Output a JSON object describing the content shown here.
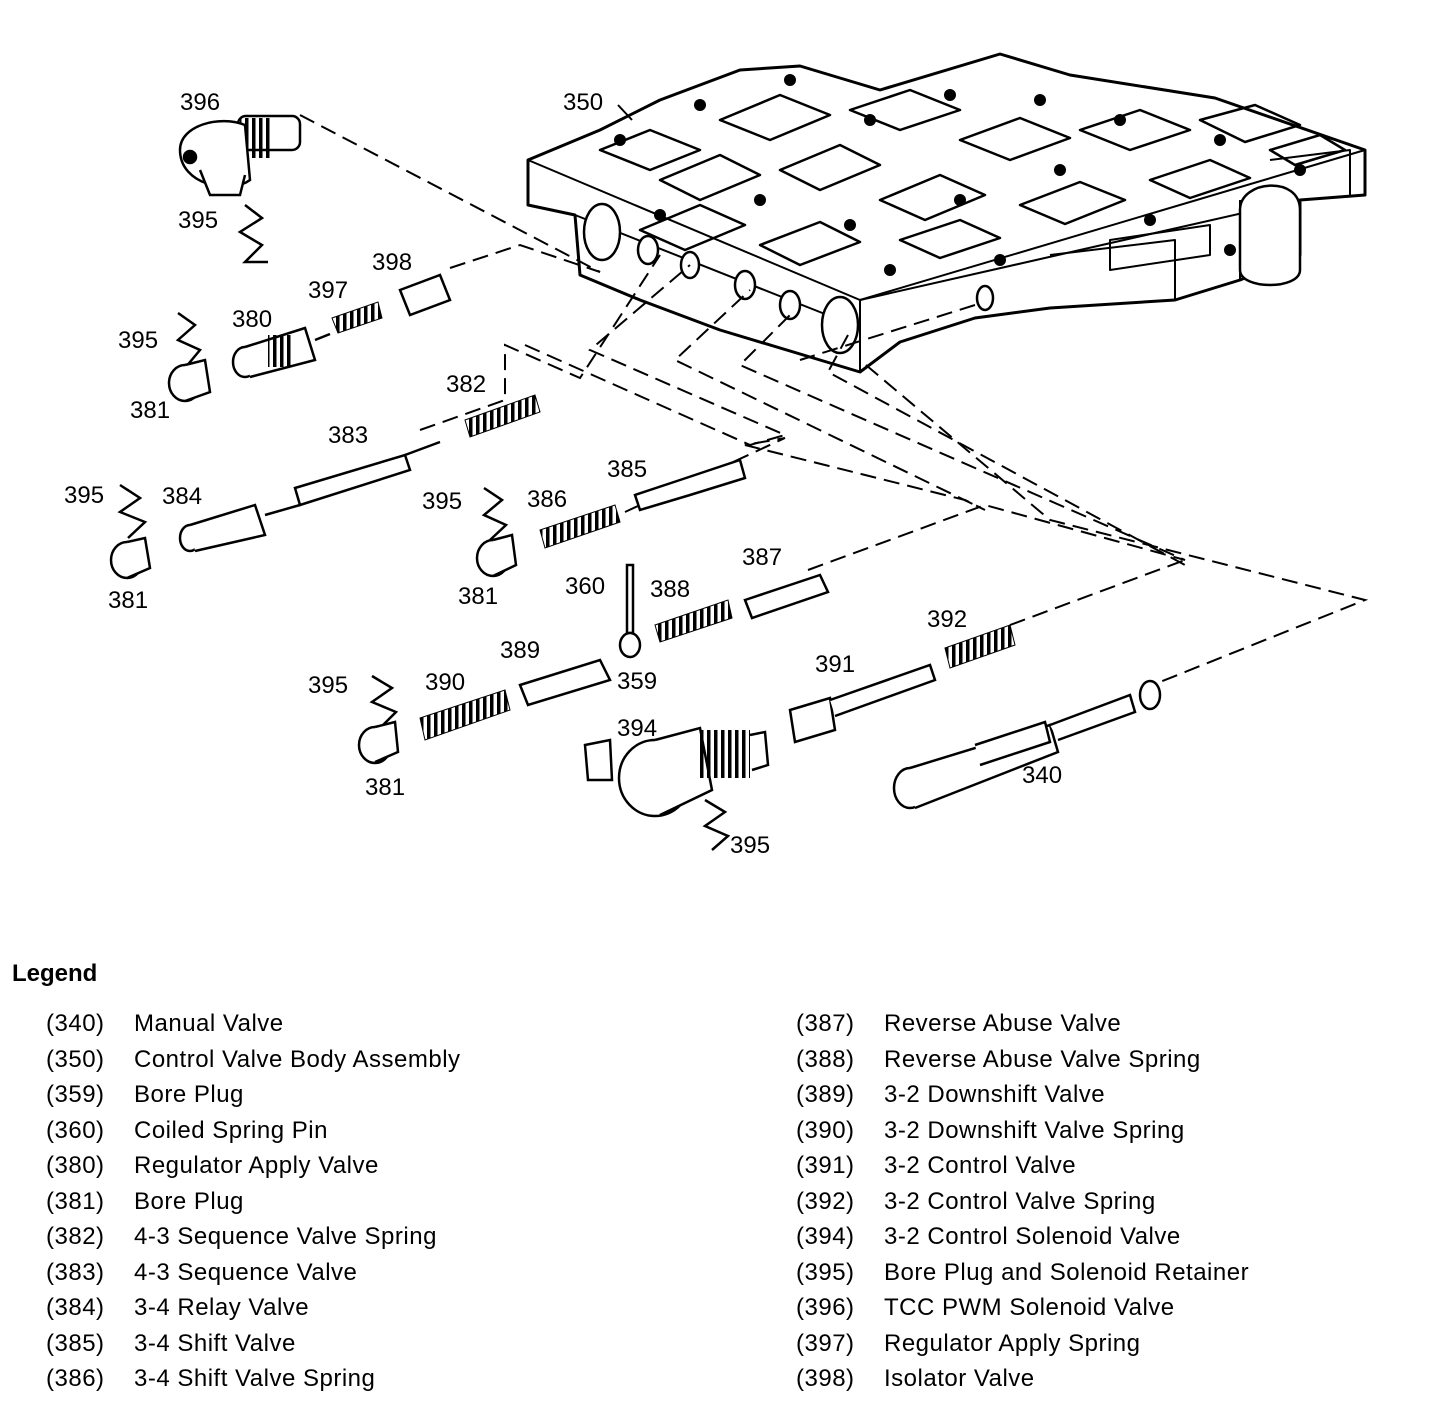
{
  "callouts": {
    "c340": "340",
    "c350": "350",
    "c359": "359",
    "c360": "360",
    "c380": "380",
    "c381": "381",
    "c382": "382",
    "c383": "383",
    "c384": "384",
    "c385": "385",
    "c386": "386",
    "c387": "387",
    "c388": "388",
    "c389": "389",
    "c390": "390",
    "c391": "391",
    "c392": "392",
    "c394": "394",
    "c395": "395",
    "c396": "396",
    "c397": "397",
    "c398": "398"
  },
  "legend": {
    "title": "Legend",
    "left": [
      {
        "num": "(340)",
        "desc": "Manual Valve"
      },
      {
        "num": "(350)",
        "desc": "Control Valve Body Assembly"
      },
      {
        "num": "(359)",
        "desc": "Bore Plug"
      },
      {
        "num": "(360)",
        "desc": "Coiled Spring Pin"
      },
      {
        "num": "(380)",
        "desc": "Regulator Apply Valve"
      },
      {
        "num": "(381)",
        "desc": "Bore Plug"
      },
      {
        "num": "(382)",
        "desc": "4-3 Sequence Valve Spring"
      },
      {
        "num": "(383)",
        "desc": "4-3 Sequence Valve"
      },
      {
        "num": "(384)",
        "desc": "3-4 Relay Valve"
      },
      {
        "num": "(385)",
        "desc": "3-4 Shift Valve"
      },
      {
        "num": "(386)",
        "desc": "3-4 Shift Valve Spring"
      }
    ],
    "right": [
      {
        "num": "(387)",
        "desc": "Reverse Abuse Valve"
      },
      {
        "num": "(388)",
        "desc": "Reverse Abuse Valve Spring"
      },
      {
        "num": "(389)",
        "desc": "3-2 Downshift Valve"
      },
      {
        "num": "(390)",
        "desc": "3-2 Downshift Valve Spring"
      },
      {
        "num": "(391)",
        "desc": "3-2 Control Valve"
      },
      {
        "num": "(392)",
        "desc": "3-2 Control Valve Spring"
      },
      {
        "num": "(394)",
        "desc": "3-2 Control Solenoid Valve"
      },
      {
        "num": "(395)",
        "desc": "Bore Plug and Solenoid Retainer"
      },
      {
        "num": "(396)",
        "desc": "TCC PWM Solenoid Valve"
      },
      {
        "num": "(397)",
        "desc": "Regulator Apply Spring"
      },
      {
        "num": "(398)",
        "desc": "Isolator Valve"
      }
    ]
  }
}
